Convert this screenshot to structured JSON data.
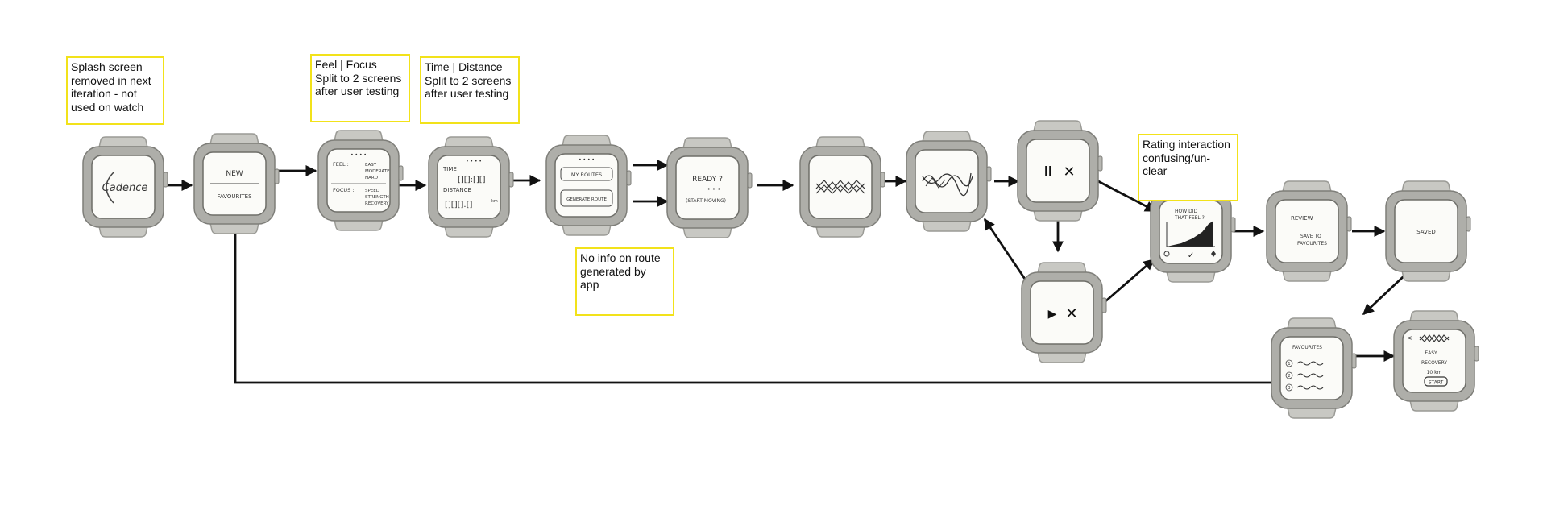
{
  "notes": {
    "splash": "Splash screen\nremoved in next\niteration - not\nused on watch",
    "feel_focus": "Feel | Focus\nSplit to 2 screens\nafter user testing",
    "time_distance": "Time | Distance\nSplit to 2 screens\nafter user testing",
    "route_info": "No info on route\ngenerated by\napp",
    "rating": "Rating interaction\nconfusing/un-\nclear"
  },
  "screens": {
    "splash_logo": "Cadence",
    "menu_new": "NEW",
    "menu_favourites": "FAVOURITES",
    "feel_label": "FEEL :",
    "feel_options": [
      "EASY",
      "MODERATE",
      "HARD"
    ],
    "focus_label": "FOCUS :",
    "focus_options": [
      "SPEED",
      "STRENGTH",
      "RECOVERY"
    ],
    "time_label": "TIME",
    "time_value": "[][]:[][]",
    "distance_label": "DISTANCE",
    "distance_value": "[][][].[]",
    "distance_unit": "km",
    "my_routes": "MY ROUTES",
    "generate_route": "GENERATE ROUTE",
    "ready": "READY ?",
    "ready_dots": "• • •",
    "start_moving": "(START MOVING)",
    "pause_icon": "II",
    "close_icon": "✕",
    "play_icon": "▶",
    "rating_question_1": "HOW DID",
    "rating_question_2": "THAT FEEL ?",
    "rating_check": "✓",
    "review": "REVIEW",
    "save_to": "SAVE TO",
    "favourites_target": "FAVOURITES",
    "saved": "SAVED",
    "favourites_title": "FAVOURITES",
    "favourite_items": [
      "1",
      "2",
      "3"
    ],
    "detail_back": "<",
    "detail_line_1": "EASY",
    "detail_line_2": "RECOVERY",
    "detail_line_3": "10 km",
    "detail_start": "START"
  }
}
